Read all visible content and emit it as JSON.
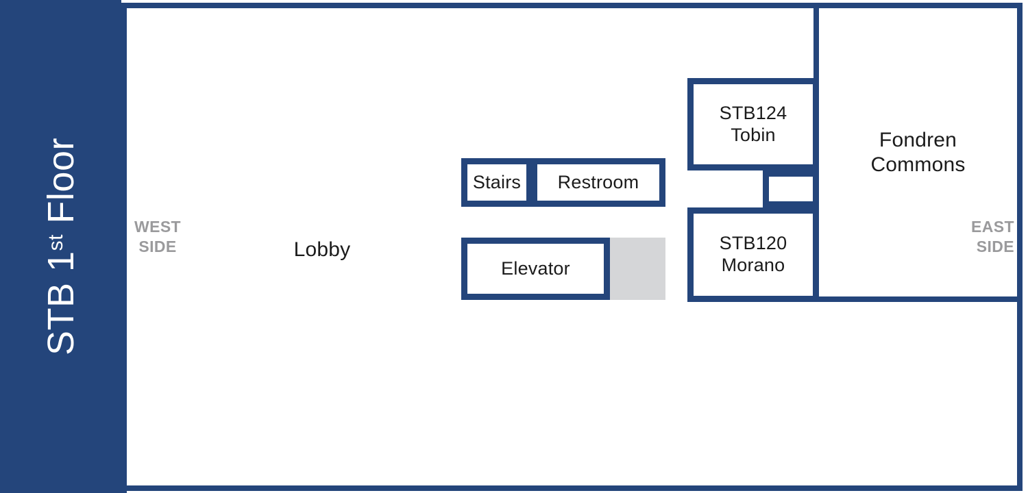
{
  "sidebar": {
    "title_prefix": "STB ",
    "title_ordinal_num": "1",
    "title_ordinal_suffix": "st",
    "title_suffix": " Floor",
    "background_color": "#24457B",
    "text_color": "#ffffff"
  },
  "map": {
    "wall_color": "#24457B",
    "fill_color": "#d5d6d8",
    "label_color": "#1b1b1b",
    "side_caption_color": "#9a9a9c"
  },
  "captions": {
    "west_line1": "WEST",
    "west_line2": "SIDE",
    "east_line1": "EAST",
    "east_line2": "SIDE"
  },
  "rooms": {
    "lobby": {
      "label": "Lobby"
    },
    "stairs": {
      "label": "Stairs"
    },
    "restroom": {
      "label": "Restroom"
    },
    "elevator": {
      "label": "Elevator"
    },
    "stb124": {
      "line1": "STB124",
      "line2": "Tobin"
    },
    "stb120": {
      "line1": "STB120",
      "line2": "Morano"
    },
    "connector": {
      "label": ""
    },
    "fondren": {
      "line1": "Fondren",
      "line2": "Commons"
    }
  }
}
